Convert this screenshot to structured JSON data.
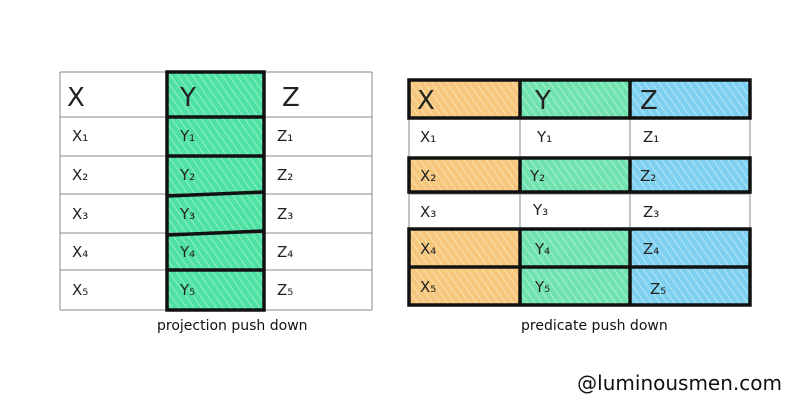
{
  "projection": {
    "columns": [
      "X",
      "Y",
      "Z"
    ],
    "rows": [
      [
        "X₁",
        "Y₁",
        "Z₁"
      ],
      [
        "X₂",
        "Y₂",
        "Z₂"
      ],
      [
        "X₃",
        "Y₃",
        "Z₃"
      ],
      [
        "X₄",
        "Y₄",
        "Z₄"
      ],
      [
        "X₅",
        "Y₅",
        "Z₅"
      ]
    ],
    "caption": "projection push down",
    "highlight_column": "Y",
    "highlight_color": "#4fe0a4"
  },
  "predicate": {
    "columns": [
      "X",
      "Y",
      "Z"
    ],
    "rows": [
      [
        "X₁",
        "Y₁",
        "Z₁"
      ],
      [
        "X₂",
        "Y₂",
        "Z₂"
      ],
      [
        "X₃",
        "Y₃",
        "Z₃"
      ],
      [
        "X₄",
        "Y₄",
        "Z₄"
      ],
      [
        "X₅",
        "Y₅",
        "Z₅"
      ]
    ],
    "caption": "predicate push down",
    "highlighted_rows": [
      "header",
      "X₂",
      "X₄",
      "X₅"
    ],
    "column_colors": {
      "X": "#f6c77c",
      "Y": "#6fe2b0",
      "Z": "#7dd0f0"
    }
  },
  "watermark": "@luminousmen.com"
}
